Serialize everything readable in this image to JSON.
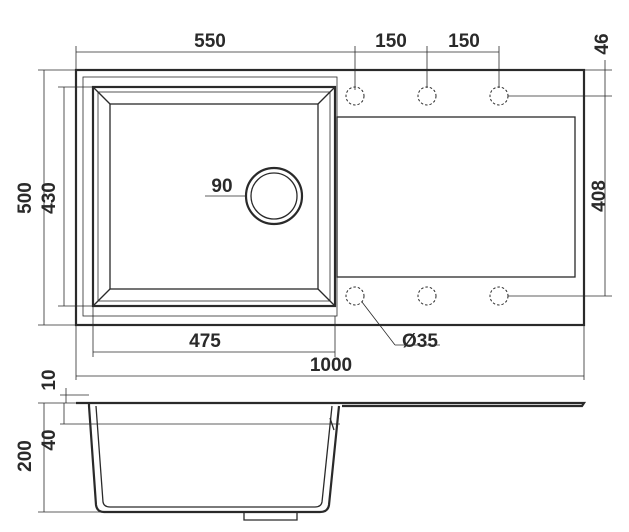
{
  "diagram": {
    "colors": {
      "stroke": "#2a2a2a",
      "background": "#ffffff"
    },
    "labels": {
      "width_bowl_side": "550",
      "hole_spacing_1": "150",
      "hole_spacing_2": "150",
      "top_offset": "46",
      "total_depth": "500",
      "bowl_depth": "430",
      "drain": "90",
      "drainboard_depth": "408",
      "bowl_width": "475",
      "total_width": "1000",
      "hole_diameter": "Ø35",
      "rim_thickness": "10",
      "bowl_height": "200",
      "overflow_offset": "40"
    }
  }
}
